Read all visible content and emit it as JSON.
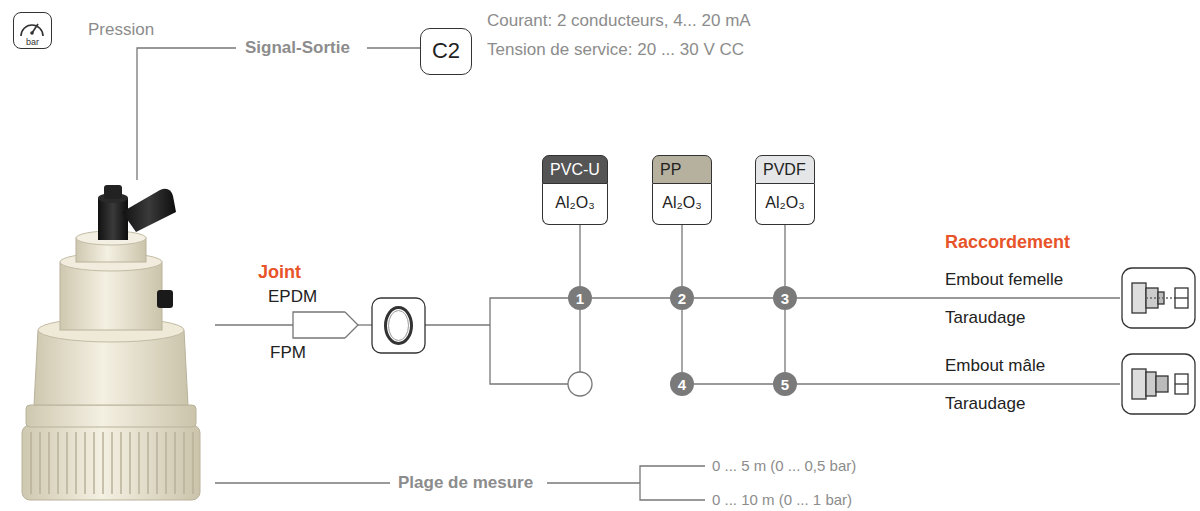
{
  "diagram": {
    "nodes": [
      {
        "text": [
          "bar"
        ]
      },
      {
        "text": [
          "C2"
        ]
      },
      {
        "text": [
          "PVC-U",
          "Al₂O₃"
        ]
      },
      {
        "text": [
          "PP",
          "Al₂O₃"
        ]
      },
      {
        "text": [
          "PVDF",
          "Al₂O₃"
        ]
      },
      {
        "text": [
          "1"
        ]
      },
      {
        "text": [
          "2"
        ]
      },
      {
        "text": [
          "3"
        ]
      },
      {
        "text": [
          "4"
        ]
      },
      {
        "text": [
          "5"
        ]
      }
    ],
    "edges": [
      {
        "from": 2,
        "to": 5,
        "arrow": "none"
      },
      {
        "from": 3,
        "to": 6,
        "arrow": "none"
      },
      {
        "from": 4,
        "to": 7,
        "arrow": "none"
      },
      {
        "from": 6,
        "to": 8,
        "arrow": "none"
      },
      {
        "from": 7,
        "to": 9,
        "arrow": "none"
      },
      {
        "from": 5,
        "to": 6,
        "arrow": "none"
      },
      {
        "from": 6,
        "to": 7,
        "arrow": "none"
      },
      {
        "from": 8,
        "to": 9,
        "arrow": "none"
      }
    ],
    "labels": [
      "Pression",
      "Signal-Sortie",
      "Courant: 2 conducteurs, 4... 20 mA",
      "Tension de service: 20 ... 30 V CC",
      "Joint",
      "EPDM",
      "FPM",
      "Raccordement",
      "Embout femelle",
      "Taraudage",
      "Embout mâle",
      "Taraudage",
      "Plage de mesure",
      "0 ... 5 m (0 ... 0,5 bar)",
      "0 ... 10 m (0 ... 1 bar)"
    ]
  }
}
